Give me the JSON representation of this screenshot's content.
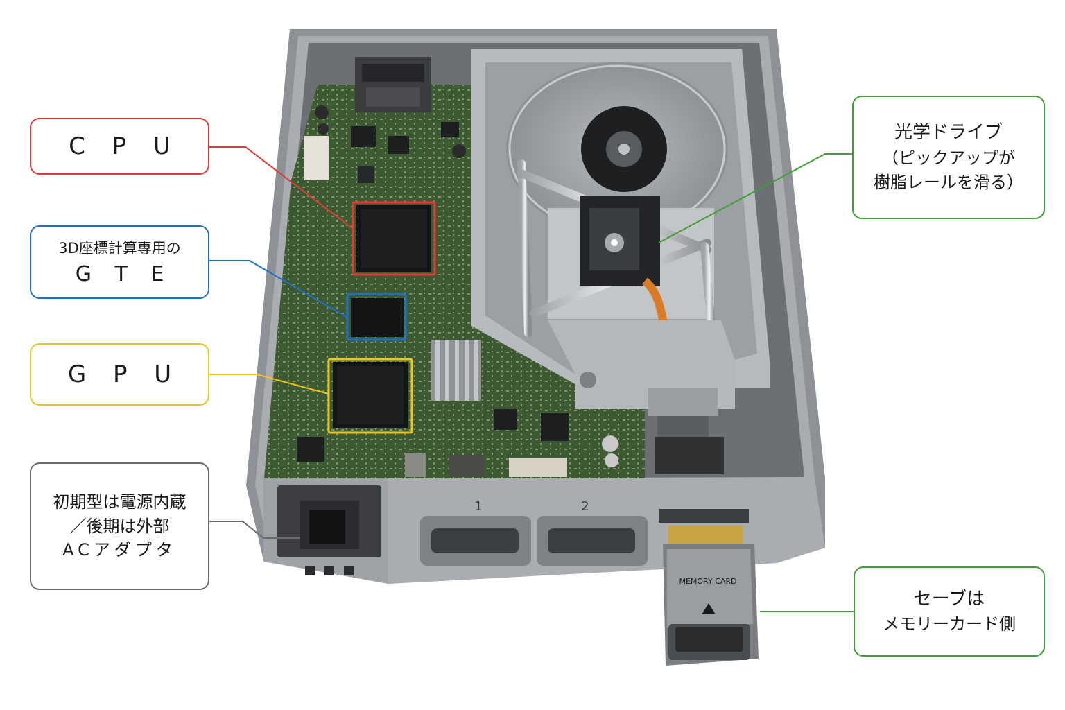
{
  "colors": {
    "cpu": "#e03a32",
    "gte": "#1f6fc9",
    "gpu": "#f0c419",
    "power": "#6b6b6b",
    "drive": "#3f9e35",
    "save": "#3f9e35"
  },
  "callouts": {
    "cpu": {
      "label": "C P U"
    },
    "gte": {
      "line1": "3D座標計算専用の",
      "line2": "G T E"
    },
    "gpu": {
      "label": "G P U"
    },
    "power": {
      "line1": "初期型は電源内蔵",
      "line2": "／後期は外部",
      "line3": "ACアダプタ"
    },
    "drive": {
      "line1": "光学ドライブ",
      "line2": "（ピックアップが",
      "line3": "樹脂レールを滑る）"
    },
    "save": {
      "line1": "セーブは",
      "line2": "メモリーカード側"
    }
  },
  "console": {
    "port1": "1",
    "port2": "2",
    "memory_card_label": "MEMORY CARD"
  }
}
